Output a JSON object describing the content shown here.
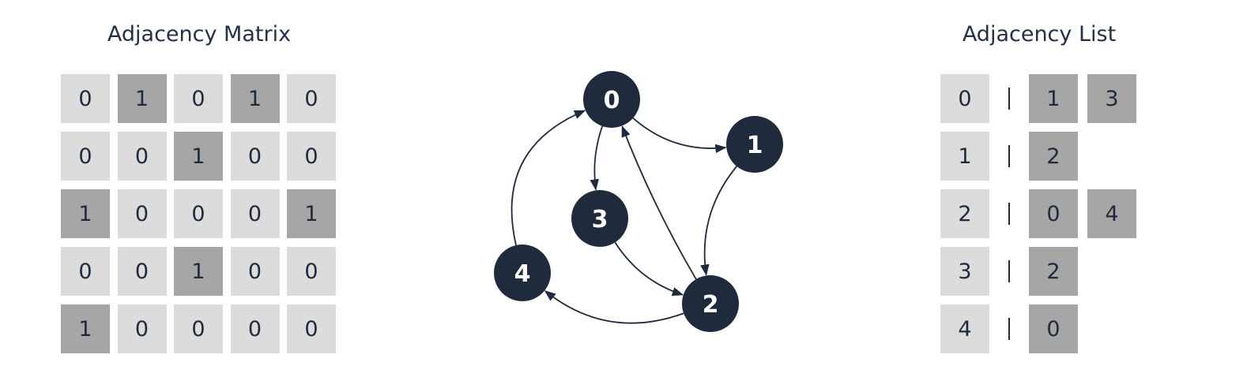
{
  "matrix": {
    "title": "Adjacency Matrix",
    "rows": [
      [
        "0",
        "1",
        "0",
        "1",
        "0"
      ],
      [
        "0",
        "0",
        "1",
        "0",
        "0"
      ],
      [
        "1",
        "0",
        "0",
        "0",
        "1"
      ],
      [
        "0",
        "0",
        "1",
        "0",
        "0"
      ],
      [
        "1",
        "0",
        "0",
        "0",
        "0"
      ]
    ]
  },
  "graph": {
    "nodes": [
      {
        "id": "0",
        "label": "0"
      },
      {
        "id": "1",
        "label": "1"
      },
      {
        "id": "2",
        "label": "2"
      },
      {
        "id": "3",
        "label": "3"
      },
      {
        "id": "4",
        "label": "4"
      }
    ],
    "edges": [
      {
        "from": "0",
        "to": "1"
      },
      {
        "from": "0",
        "to": "3"
      },
      {
        "from": "1",
        "to": "2"
      },
      {
        "from": "2",
        "to": "0"
      },
      {
        "from": "2",
        "to": "4"
      },
      {
        "from": "3",
        "to": "2"
      },
      {
        "from": "4",
        "to": "0"
      }
    ],
    "node_color": "#1f2a3c",
    "label_color": "#ffffff"
  },
  "list": {
    "title": "Adjacency List",
    "separator": "|",
    "entries": [
      {
        "node": "0",
        "neighbors": [
          "1",
          "3"
        ]
      },
      {
        "node": "1",
        "neighbors": [
          "2"
        ]
      },
      {
        "node": "2",
        "neighbors": [
          "0",
          "4"
        ]
      },
      {
        "node": "3",
        "neighbors": [
          "2"
        ]
      },
      {
        "node": "4",
        "neighbors": [
          "0"
        ]
      }
    ]
  },
  "colors": {
    "cell_off": "#dcdcdc",
    "cell_on": "#a6a6a6",
    "text": "#1f2a3c"
  }
}
